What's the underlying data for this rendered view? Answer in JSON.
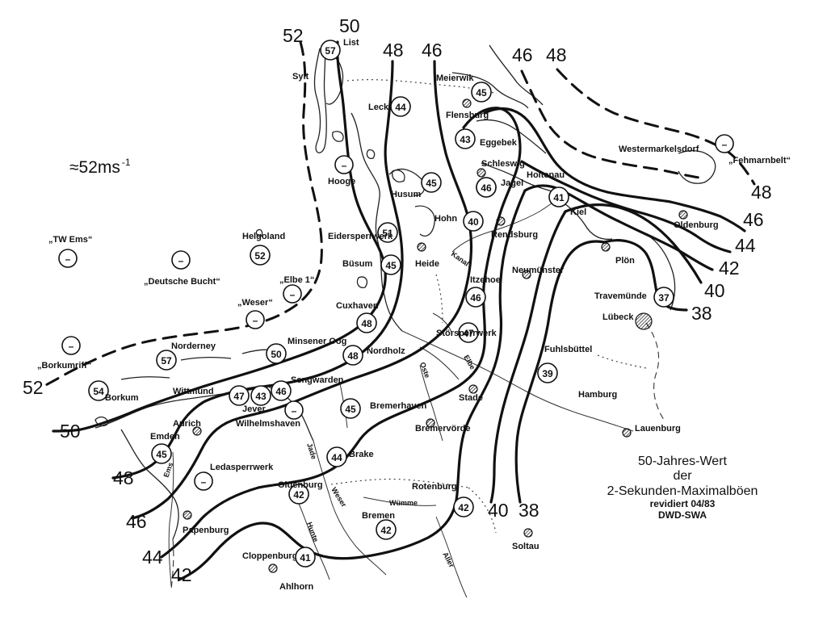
{
  "open_sea_label": "≈52ms",
  "open_sea_exponent": "-1",
  "legend": {
    "line1": "50-Jahres-Wert",
    "line2": "der",
    "line3": "2-Sekunden-Maximalböen",
    "line4": "revidiert 04/83",
    "line5": "DWD-SWA"
  },
  "isolines": [
    {
      "value": "52"
    },
    {
      "value": "50"
    },
    {
      "value": "48"
    },
    {
      "value": "46"
    },
    {
      "value": "44"
    },
    {
      "value": "42"
    },
    {
      "value": "40"
    },
    {
      "value": "38"
    }
  ],
  "isoline_labels": {
    "top_52": "52",
    "top_50": "50",
    "top_48": "48",
    "top_46": "46",
    "ne_46": "46",
    "ne_48": "48",
    "e_48": "48",
    "e_46": "46",
    "e_44": "44",
    "e_42": "42",
    "e_40": "40",
    "e_38": "38",
    "w_52": "52",
    "w_50": "50",
    "w_48": "48",
    "w_46": "46",
    "w_44": "44",
    "w_42": "42",
    "s_40": "40",
    "s_38": "38"
  },
  "stations": [
    {
      "name": "List",
      "value": "57"
    },
    {
      "name": "Sylt",
      "value": ""
    },
    {
      "name": "Meierwik",
      "value": "45"
    },
    {
      "name": "Leck",
      "value": "44"
    },
    {
      "name": "Flensburg",
      "value": ""
    },
    {
      "name": "Eggebek",
      "value": "43"
    },
    {
      "name": "Westermarkelsdorf",
      "value": "–"
    },
    {
      "name": "„Fehmarnbelt“",
      "value": ""
    },
    {
      "name": "Hooge",
      "value": "–"
    },
    {
      "name": "Husum",
      "value": "45"
    },
    {
      "name": "Schleswig",
      "value": ""
    },
    {
      "name": "Jagel",
      "value": "46"
    },
    {
      "name": "Holtenau",
      "value": "46"
    },
    {
      "name": "Kiel",
      "value": "41"
    },
    {
      "name": "Oldenburg",
      "value": ""
    },
    {
      "name": "Hohn",
      "value": "40"
    },
    {
      "name": "Rendsburg",
      "value": ""
    },
    {
      "name": "Eidersperrwerk",
      "value": "51"
    },
    {
      "name": "Heide",
      "value": ""
    },
    {
      "name": "„TW Ems“",
      "value": "–"
    },
    {
      "name": "Helgoland",
      "value": "52"
    },
    {
      "name": "Büsum",
      "value": "45"
    },
    {
      "name": "Kanal",
      "value": ""
    },
    {
      "name": "Plön",
      "value": ""
    },
    {
      "name": "„Deutsche Bucht“",
      "value": "–"
    },
    {
      "name": "„Elbe 1“",
      "value": "–"
    },
    {
      "name": "Itzehoe",
      "value": "46"
    },
    {
      "name": "Neumünster",
      "value": ""
    },
    {
      "name": "Travemünde",
      "value": "37"
    },
    {
      "name": "„Weser“",
      "value": "–"
    },
    {
      "name": "Cuxhaven",
      "value": "48"
    },
    {
      "name": "Lübeck",
      "value": ""
    },
    {
      "name": "„Borkumriff“",
      "value": "–"
    },
    {
      "name": "Norderney",
      "value": "57"
    },
    {
      "name": "Minsener Oog",
      "value": "50"
    },
    {
      "name": "Nordholz",
      "value": "48"
    },
    {
      "name": "Störsperrwerk",
      "value": "47"
    },
    {
      "name": "Fuhlsbüttel",
      "value": "39"
    },
    {
      "name": "Borkum",
      "value": "54"
    },
    {
      "name": "Wittmund",
      "value": "47"
    },
    {
      "name": "Sengwarden",
      "value": "46"
    },
    {
      "name": "Jever",
      "value": "43"
    },
    {
      "name": "Wilhelmshaven",
      "value": "–"
    },
    {
      "name": "Bremerhaven",
      "value": "45"
    },
    {
      "name": "Stade",
      "value": ""
    },
    {
      "name": "Hamburg",
      "value": ""
    },
    {
      "name": "Aurich",
      "value": ""
    },
    {
      "name": "Emden",
      "value": "45"
    },
    {
      "name": "Ledasperrwerk",
      "value": "–"
    },
    {
      "name": "Brake",
      "value": "44"
    },
    {
      "name": "Bremervörde",
      "value": ""
    },
    {
      "name": "Lauenburg",
      "value": ""
    },
    {
      "name": "Papenburg",
      "value": ""
    },
    {
      "name": "Oldenburg",
      "value": "42"
    },
    {
      "name": "Rotenburg",
      "value": "42"
    },
    {
      "name": "Bremen",
      "value": "42"
    },
    {
      "name": "Soltau",
      "value": ""
    },
    {
      "name": "Cloppenburg",
      "value": ""
    },
    {
      "name": "Ahlhorn",
      "value": "41"
    }
  ],
  "rivers": [
    "Ems",
    "Jade",
    "Weser",
    "Hunte",
    "Wümme",
    "Aller",
    "Oste",
    "Elbe"
  ]
}
